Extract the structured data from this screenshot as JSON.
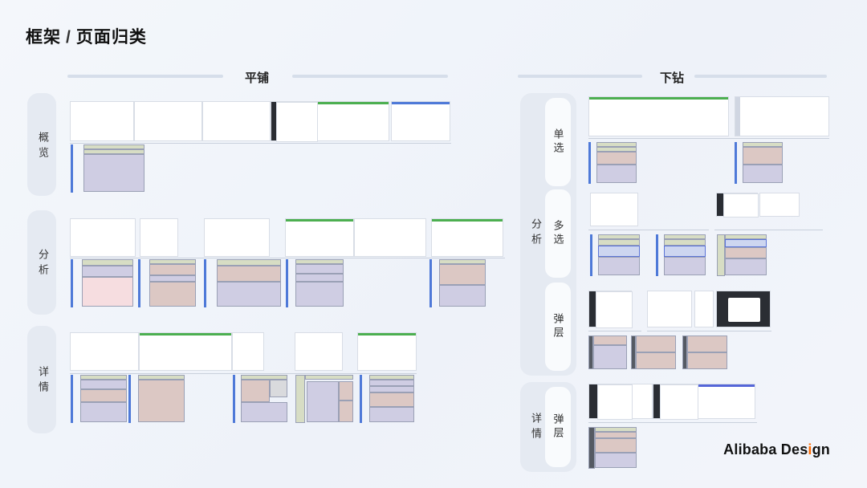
{
  "title": {
    "part1": "框架",
    "sep": "/",
    "part2": "页面归类"
  },
  "sections": {
    "left": "平铺",
    "right": "下钻"
  },
  "left_rows": [
    {
      "id": "overview",
      "label": "概览"
    },
    {
      "id": "analysis",
      "label": "分析"
    },
    {
      "id": "detail",
      "label": "详情"
    }
  ],
  "right_groups": [
    {
      "id": "analysis",
      "label": "分析",
      "subs": [
        "单选",
        "多选",
        "弹层"
      ]
    },
    {
      "id": "detail",
      "label": "详情",
      "subs": [
        "弹层"
      ]
    }
  ],
  "logo": {
    "text_a": "Alibaba Des",
    "text_dot": "i",
    "text_b": "gn"
  },
  "colors": {
    "wf_green": "#d7ddc4",
    "wf_purple": "#cfcde3",
    "wf_brown": "#dcc8c4",
    "wf_pink": "#f6dde0",
    "accent_blue": "#4e79d8",
    "logo_orange": "#ff6a00"
  }
}
